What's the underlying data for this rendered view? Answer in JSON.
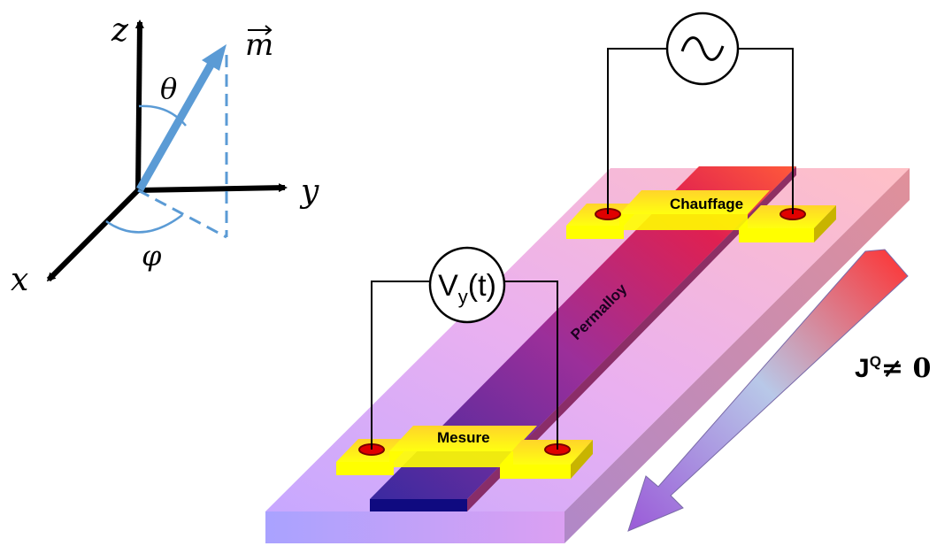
{
  "axes": {
    "z_label": "z",
    "y_label": "y",
    "x_label": "x",
    "vector_label": "m",
    "theta_label": "θ",
    "phi_label": "φ"
  },
  "device": {
    "heater_label": "Chauffage",
    "measure_label": "Mesure",
    "strip_label": "Permalloy",
    "voltmeter_main": "V",
    "voltmeter_sub": "y",
    "voltmeter_tail": "(t)",
    "source_symbol": "~"
  },
  "heat_flux": {
    "label_main": "J",
    "label_sup": "Q",
    "label_rel": "≠ 0"
  },
  "colors": {
    "vector_blue": "#5b9bd5",
    "pad_yellow": "#ffff00",
    "contact_red": "#e00000",
    "hot": "#ff2020",
    "cold": "#8a5cd6"
  }
}
